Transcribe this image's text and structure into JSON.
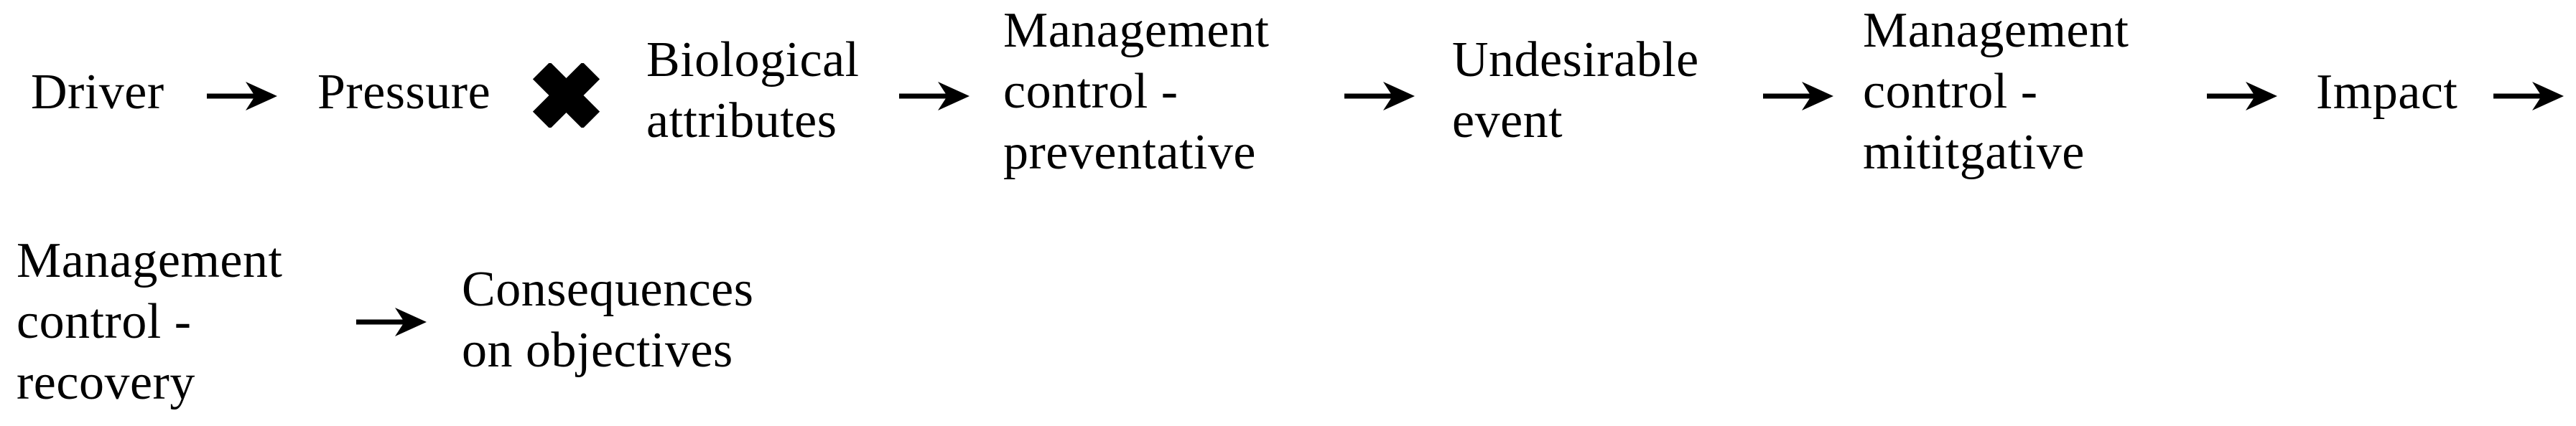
{
  "colors": {
    "foreground": "#000000",
    "background": "#ffffff"
  },
  "flow": {
    "row1": {
      "driver": "Driver",
      "pressure": "Pressure",
      "biological_attributes": "Biological\nattributes",
      "management_control_preventative": "Management\ncontrol -\npreventative",
      "undesirable_event": "Undesirable\nevent",
      "management_control_mitigative": "Management\ncontrol -\nmititgative",
      "impact": "Impact"
    },
    "row2": {
      "management_control_recovery": "Management\ncontrol -\nrecovery",
      "consequences_on_objectives": "Consequences\non objectives"
    }
  },
  "icons": {
    "connector": "arrow-right-icon",
    "interaction": "heavy-x-icon"
  }
}
